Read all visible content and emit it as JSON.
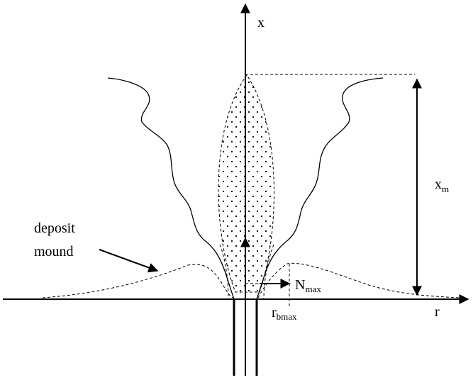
{
  "diagram": {
    "labels": {
      "x_axis": "x",
      "r_axis": "r",
      "xm_main": "x",
      "xm_sub": "m",
      "deposit_line1": "deposit",
      "deposit_line2": "mound",
      "nmax_main": "N",
      "nmax_sub": "max",
      "rbmax_main": "r",
      "rbmax_sub": "bmax"
    }
  }
}
